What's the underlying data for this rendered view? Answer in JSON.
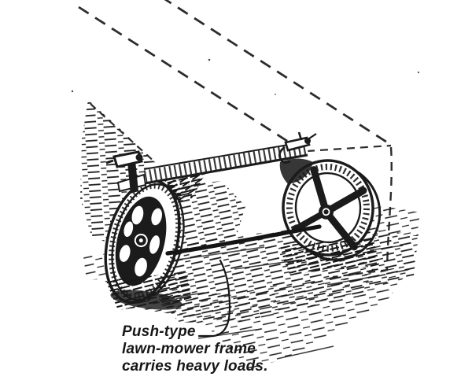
{
  "illustration": {
    "background_color": "#ffffff",
    "ink_color": "#1b1b1b",
    "caption": {
      "line1": "Push-type",
      "line2": "lawn-mower frame",
      "line3": "carries heavy loads."
    }
  }
}
